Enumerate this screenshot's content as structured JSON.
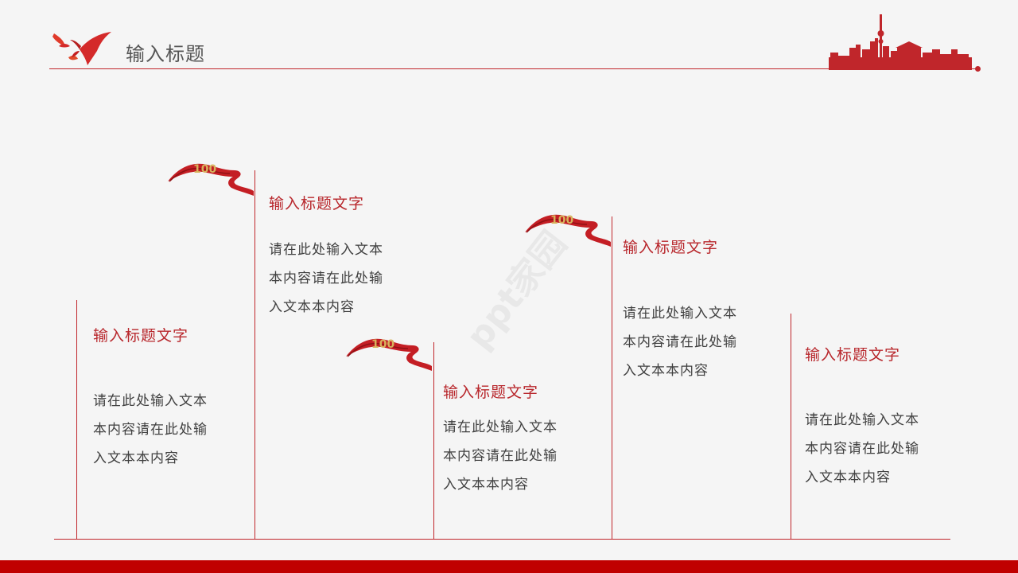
{
  "header": {
    "title": "输入标题",
    "accent_color": "#c0262b",
    "left_icon": "flying-doves-icon",
    "right_icon": "city-skyline-icon"
  },
  "ribbon_label": "100",
  "watermark": "ppt家园",
  "steps": [
    {
      "title": "输入标题文字",
      "body": [
        "请在此处输入文本",
        "本内容请在此处输",
        "入文本本内容"
      ]
    },
    {
      "title": "输入标题文字",
      "body": [
        "请在此处输入文本",
        "本内容请在此处输",
        "入文本本内容"
      ]
    },
    {
      "title": "输入标题文字",
      "body": [
        "请在此处输入文本",
        "本内容请在此处输",
        "入文本本内容"
      ]
    },
    {
      "title": "输入标题文字",
      "body": [
        "请在此处输入文本",
        "本内容请在此处输",
        "入文本本内容"
      ]
    },
    {
      "title": "输入标题文字",
      "body": [
        "请在此处输入文本",
        "本内容请在此处输",
        "入文本本内容"
      ]
    }
  ],
  "colors": {
    "bottom_bar": "#c00000",
    "title_text": "#b8272c",
    "body_text": "#404040"
  }
}
